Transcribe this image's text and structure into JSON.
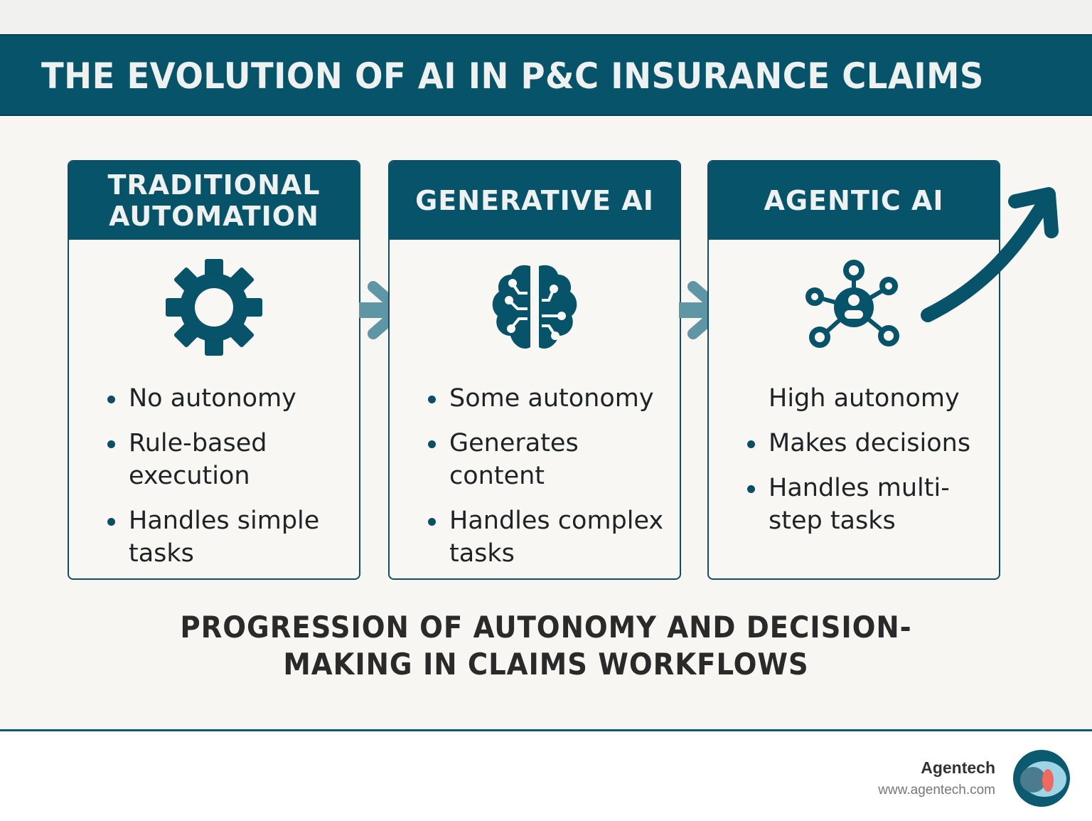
{
  "header": {
    "title": "THE EVOLUTION OF AI IN P&C INSURANCE CLAIMS"
  },
  "stages": [
    {
      "title_lines": [
        "TRADITIONAL",
        "AUTOMATION"
      ],
      "icon": "gear-icon",
      "bullets": [
        {
          "text": "No autonomy",
          "bullet": true
        },
        {
          "text": "Rule-based execution",
          "bullet": true
        },
        {
          "text": "Handles simple tasks",
          "bullet": true
        }
      ]
    },
    {
      "title_lines": [
        "GENERATIVE AI"
      ],
      "icon": "brain-circuit-icon",
      "bullets": [
        {
          "text": "Some autonomy",
          "bullet": true
        },
        {
          "text": "Generates content",
          "bullet": true
        },
        {
          "text": "Handles complex tasks",
          "bullet": true
        }
      ]
    },
    {
      "title_lines": [
        "AGENTIC AI"
      ],
      "icon": "agent-network-icon",
      "bullets": [
        {
          "text": "High autonomy",
          "bullet": false
        },
        {
          "text": "Makes decisions",
          "bullet": true
        },
        {
          "text": "Handles multi-step tasks",
          "bullet": true
        }
      ]
    }
  ],
  "subtitle": {
    "line1": "PROGRESSION OF AUTONOMY AND DECISION-",
    "line2": "MAKING IN CLAIMS WORKFLOWS"
  },
  "footer": {
    "brand": "Agentech",
    "url": "www.agentech.com"
  },
  "colors": {
    "primary": "#075369",
    "arrow": "#5e96a6",
    "background": "#f8f6f2",
    "logo_accent": "#f0685e"
  }
}
